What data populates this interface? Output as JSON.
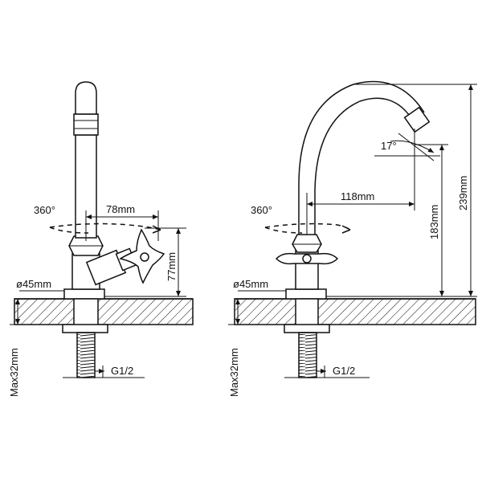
{
  "left_view": {
    "rotation": "360°",
    "reach": "78mm",
    "height": "77mm",
    "base_diameter": "ø45mm",
    "max_thickness": "Max32mm",
    "thread": "G1/2"
  },
  "right_view": {
    "rotation": "360°",
    "reach": "118mm",
    "outlet_height": "183mm",
    "total_height": "239mm",
    "angle": "17°",
    "base_diameter": "ø45mm",
    "max_thickness": "Max32mm",
    "thread": "G1/2"
  }
}
